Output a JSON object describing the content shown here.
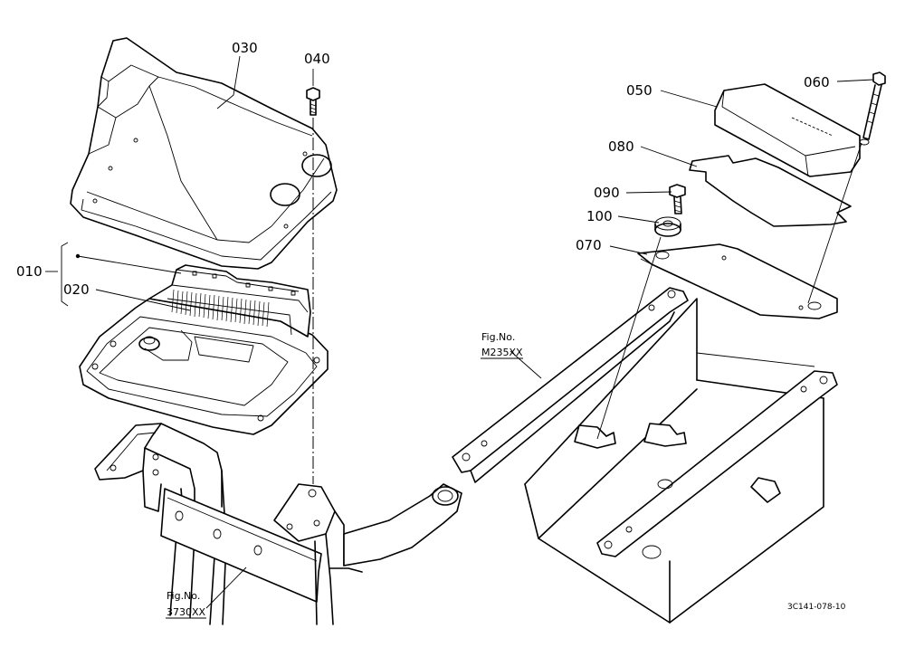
{
  "parts": [
    {
      "id": "p010",
      "label": "010"
    },
    {
      "id": "p020",
      "label": "020"
    },
    {
      "id": "p030",
      "label": "030"
    },
    {
      "id": "p040",
      "label": "040"
    },
    {
      "id": "p050",
      "label": "050"
    },
    {
      "id": "p060",
      "label": "060"
    },
    {
      "id": "p070",
      "label": "070"
    },
    {
      "id": "p080",
      "label": "080"
    },
    {
      "id": "p090",
      "label": "090"
    },
    {
      "id": "p100",
      "label": "100"
    }
  ],
  "references": [
    {
      "line1": "Fig.No.",
      "line2": "3730XX"
    },
    {
      "line1": "Fig.No.",
      "line2": "M235XX"
    }
  ],
  "drawing_code": "3C141-078-10"
}
